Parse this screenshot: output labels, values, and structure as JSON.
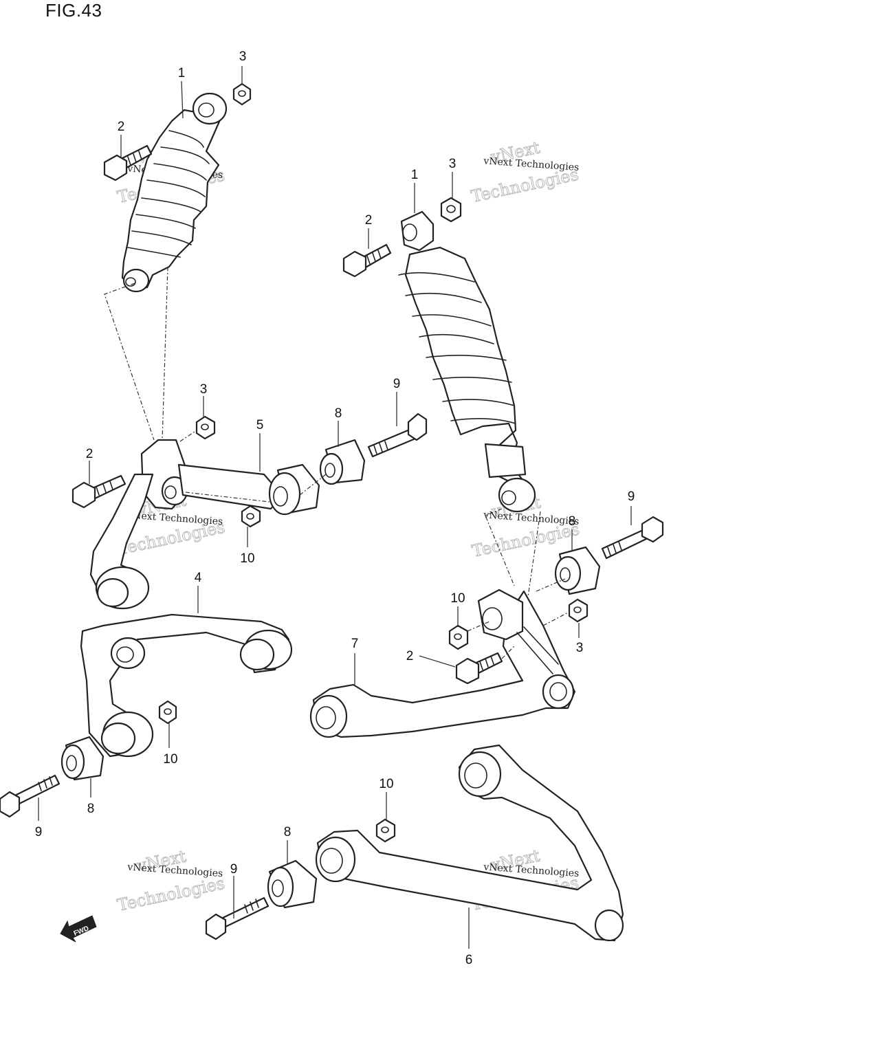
{
  "figure": {
    "title": "FIG.43"
  },
  "callouts": {
    "left_shock": "1",
    "left_shock_bolt": "2",
    "left_shock_nut": "3",
    "left_mid_nut": "3",
    "left_mid_bolt": "2",
    "arm_5": "5",
    "bushing_top_8": "8",
    "bolt_top_9": "9",
    "nut_left_10": "10",
    "arm_4": "4",
    "nut_mid_10": "10",
    "bushing_left_8": "8",
    "bolt_left_9": "9",
    "right_shock": "1",
    "right_shock_bolt": "2",
    "right_shock_nut": "3",
    "bolt_right_9": "9",
    "bushing_right_8": "8",
    "nut_right_10": "10",
    "nut_right_3": "3",
    "bolt_right_2": "2",
    "arm_7": "7",
    "nut_lower_10": "10",
    "bushing_lower_8": "8",
    "bolt_lower_9": "9",
    "arm_6": "6"
  },
  "watermarks": {
    "line1": "vNext Technologies",
    "line2": "vNext",
    "line3": "Technologies"
  },
  "fwd_label": "FWD"
}
